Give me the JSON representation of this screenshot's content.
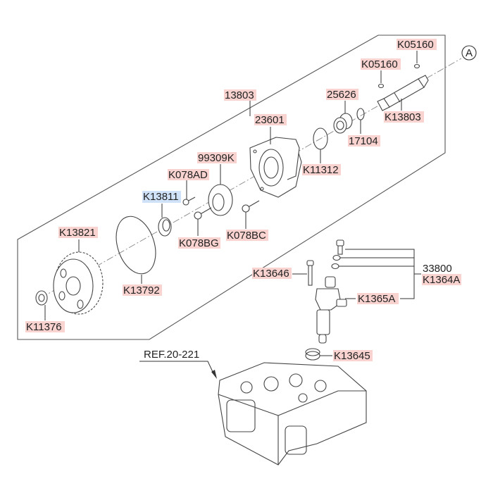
{
  "diagram": {
    "title": "Injection pump drive & injector exploded view",
    "callout_circle": "A",
    "reference": "REF.20-221",
    "colors": {
      "highlight_red": "#f9d3d0",
      "highlight_blue": "#cfe2f8",
      "line": "#444444"
    },
    "parts": [
      {
        "id": "p1",
        "label": "K05160",
        "highlight": "red",
        "part": "o-ring (top)"
      },
      {
        "id": "p2",
        "label": "K05160",
        "highlight": "red",
        "part": "o-ring"
      },
      {
        "id": "p3",
        "label": "K13803",
        "highlight": "red",
        "part": "shaft"
      },
      {
        "id": "p4",
        "label": "25626",
        "highlight": "red",
        "part": "bearing"
      },
      {
        "id": "p5",
        "label": "17104",
        "highlight": "red",
        "part": "snap ring"
      },
      {
        "id": "p6",
        "label": "13803",
        "highlight": "red",
        "part": "drive assembly"
      },
      {
        "id": "p7",
        "label": "23601",
        "highlight": "red",
        "part": "housing"
      },
      {
        "id": "p8",
        "label": "K11312",
        "highlight": "red",
        "part": "ring"
      },
      {
        "id": "p9",
        "label": "99309K",
        "highlight": "red",
        "part": "plate"
      },
      {
        "id": "p10",
        "label": "K078AD",
        "highlight": "red",
        "part": "bolt"
      },
      {
        "id": "p11",
        "label": "K13811",
        "highlight": "blue",
        "part": "seal"
      },
      {
        "id": "p12",
        "label": "K078BG",
        "highlight": "red",
        "part": "bolt"
      },
      {
        "id": "p13",
        "label": "K078BC",
        "highlight": "red",
        "part": "bolt"
      },
      {
        "id": "p14",
        "label": "K13821",
        "highlight": "red",
        "part": "gear"
      },
      {
        "id": "p15",
        "label": "K13792",
        "highlight": "red",
        "part": "o-ring large"
      },
      {
        "id": "p16",
        "label": "K11376",
        "highlight": "red",
        "part": "nut"
      },
      {
        "id": "p17",
        "label": "K13646",
        "highlight": "red",
        "part": "stud"
      },
      {
        "id": "p18",
        "label": "33800",
        "highlight": "none",
        "part": "injector assembly"
      },
      {
        "id": "p19",
        "label": "K1364A",
        "highlight": "red",
        "part": "injector kit"
      },
      {
        "id": "p20",
        "label": "K1365A",
        "highlight": "red",
        "part": "injector"
      },
      {
        "id": "p21",
        "label": "K13645",
        "highlight": "red",
        "part": "seat"
      }
    ]
  }
}
